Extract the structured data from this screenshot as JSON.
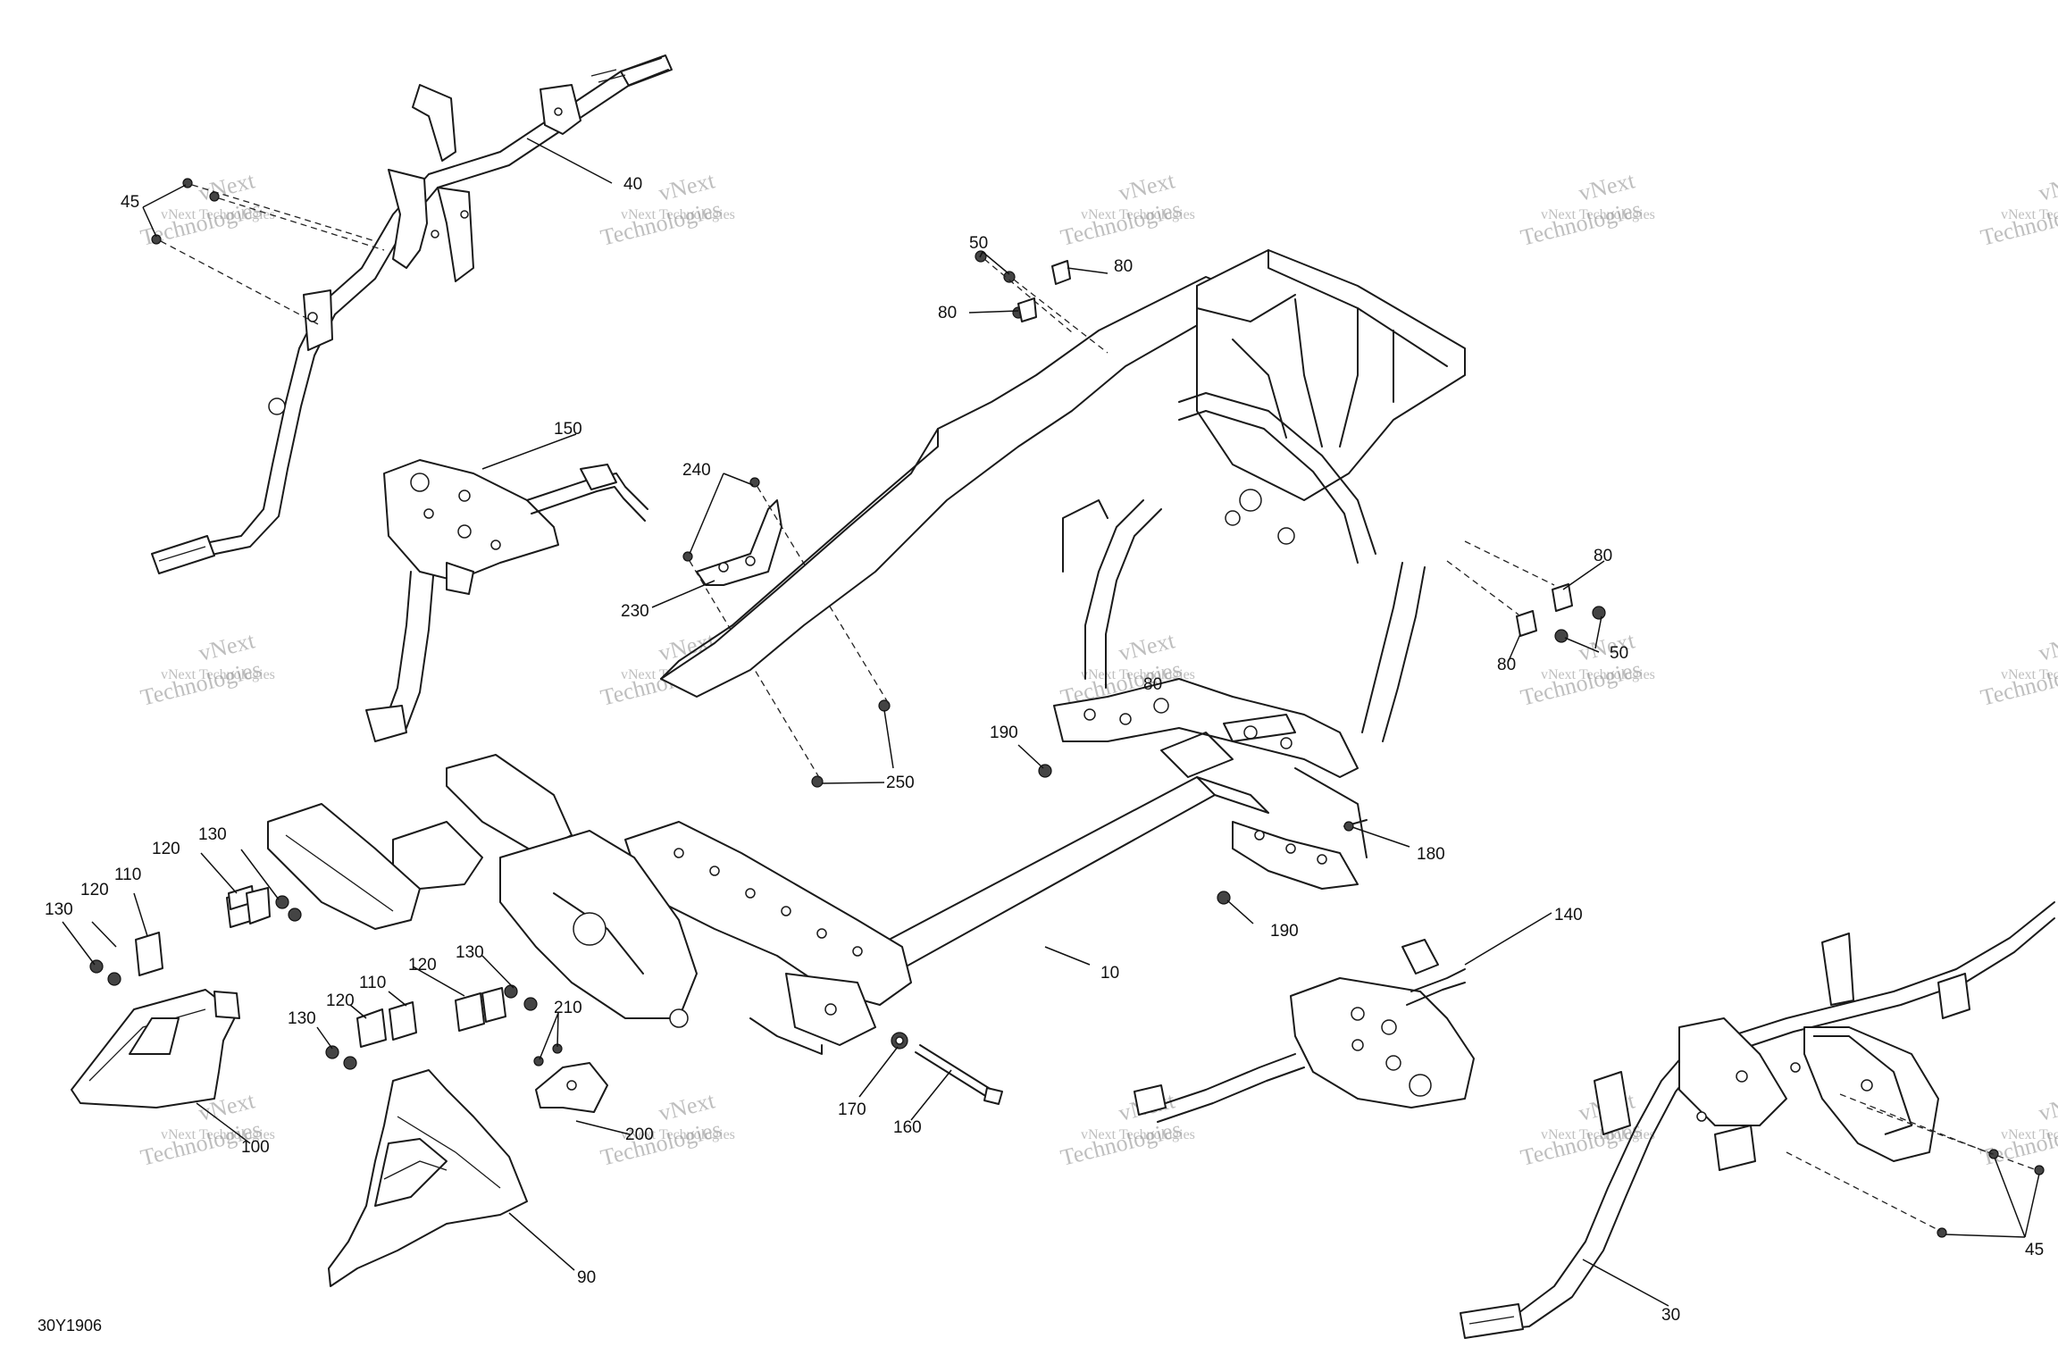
{
  "diagram": {
    "reference_code": "30Y1906",
    "callouts": [
      {
        "id": "c10",
        "label": "10"
      },
      {
        "id": "c30",
        "label": "30"
      },
      {
        "id": "c40",
        "label": "40"
      },
      {
        "id": "c45a",
        "label": "45"
      },
      {
        "id": "c45b",
        "label": "45"
      },
      {
        "id": "c50a",
        "label": "50"
      },
      {
        "id": "c50b",
        "label": "50"
      },
      {
        "id": "c80a",
        "label": "80"
      },
      {
        "id": "c80b",
        "label": "80"
      },
      {
        "id": "c80c",
        "label": "80"
      },
      {
        "id": "c80d",
        "label": "80"
      },
      {
        "id": "c80e",
        "label": "80"
      },
      {
        "id": "c90",
        "label": "90"
      },
      {
        "id": "c100",
        "label": "100"
      },
      {
        "id": "c110a",
        "label": "110"
      },
      {
        "id": "c110b",
        "label": "110"
      },
      {
        "id": "c120a",
        "label": "120"
      },
      {
        "id": "c120b",
        "label": "120"
      },
      {
        "id": "c120c",
        "label": "120"
      },
      {
        "id": "c120d",
        "label": "120"
      },
      {
        "id": "c130a",
        "label": "130"
      },
      {
        "id": "c130b",
        "label": "130"
      },
      {
        "id": "c130c",
        "label": "130"
      },
      {
        "id": "c130d",
        "label": "130"
      },
      {
        "id": "c140",
        "label": "140"
      },
      {
        "id": "c150",
        "label": "150"
      },
      {
        "id": "c160",
        "label": "160"
      },
      {
        "id": "c170",
        "label": "170"
      },
      {
        "id": "c180",
        "label": "180"
      },
      {
        "id": "c190a",
        "label": "190"
      },
      {
        "id": "c190b",
        "label": "190"
      },
      {
        "id": "c200",
        "label": "200"
      },
      {
        "id": "c210",
        "label": "210"
      },
      {
        "id": "c230",
        "label": "230"
      },
      {
        "id": "c240",
        "label": "240"
      },
      {
        "id": "c250",
        "label": "250"
      }
    ],
    "watermark": {
      "line1": "vNext Technologies",
      "line2": "vNext",
      "line3": "Technologies"
    }
  }
}
